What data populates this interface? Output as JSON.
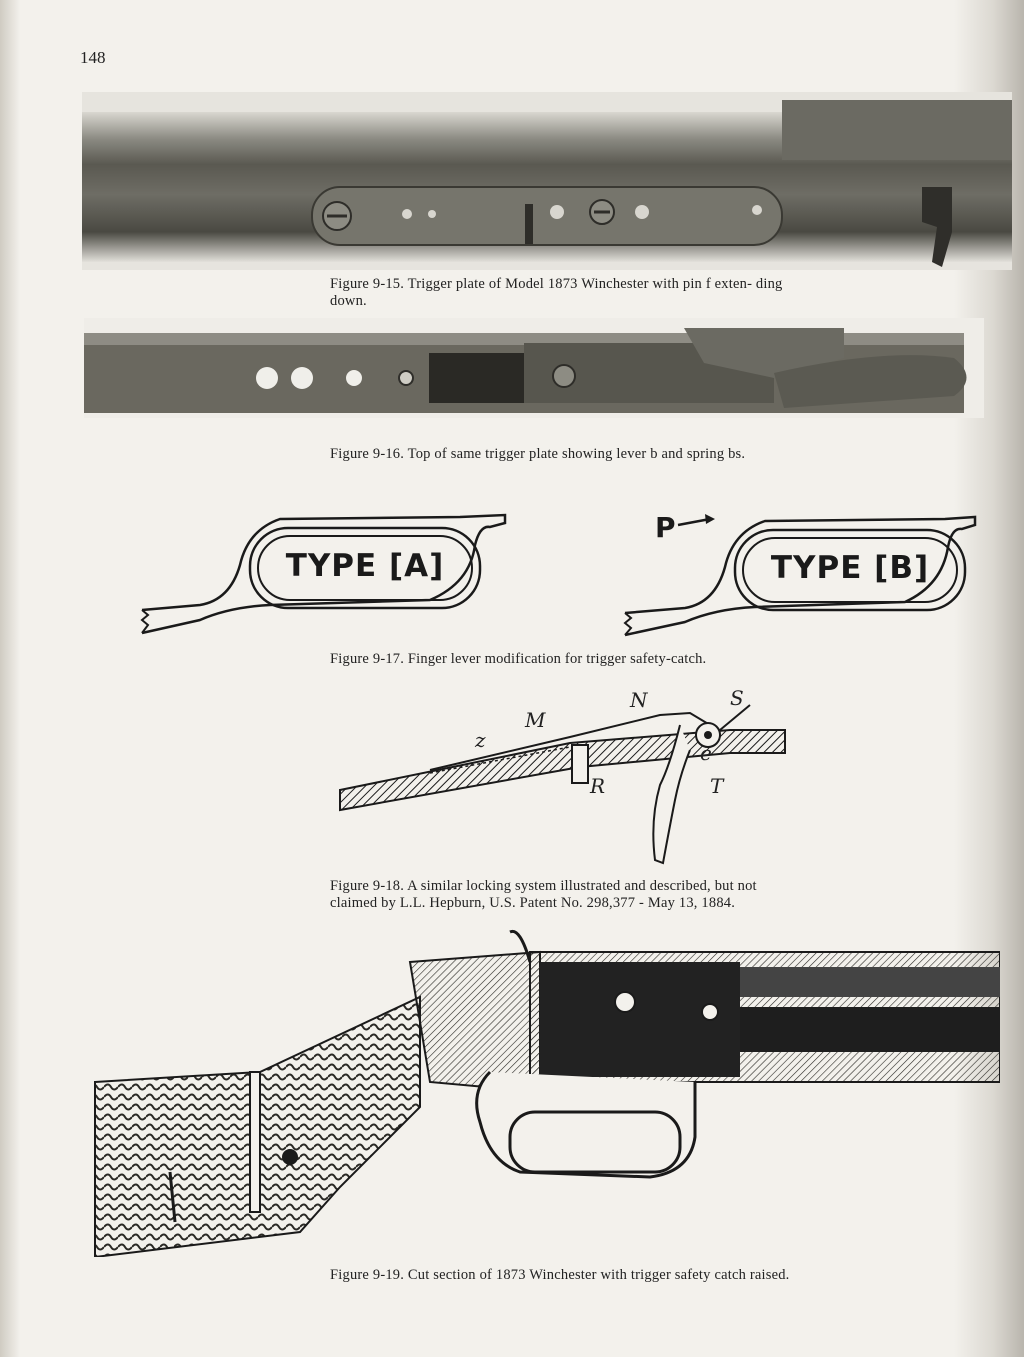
{
  "page": {
    "number": "148"
  },
  "figures": {
    "fig_9_15": {
      "caption": "Figure 9-15. Trigger plate of Model 1873 Winchester with pin f exten- ding down."
    },
    "fig_9_16": {
      "caption": "Figure 9-16. Top of same trigger plate showing lever b and spring bs."
    },
    "fig_9_17": {
      "caption": "Figure 9-17. Finger lever modification for trigger safety-catch.",
      "type_a_label": "TYPE [A]",
      "type_b_label": "TYPE [B]",
      "pointer_label": "P"
    },
    "fig_9_18": {
      "caption": "Figure 9-18. A similar locking system illustrated and described, but not claimed by L.L. Hepburn, U.S. Patent No. 298,377 - May 13, 1884."
    },
    "fig_9_19": {
      "caption": "Figure 9-19. Cut section of 1873 Winchester with trigger safety catch raised."
    }
  },
  "colors": {
    "paper": "#f3f1ec",
    "photo_dark": "#3e3d37",
    "ink": "#1a1a1a"
  }
}
